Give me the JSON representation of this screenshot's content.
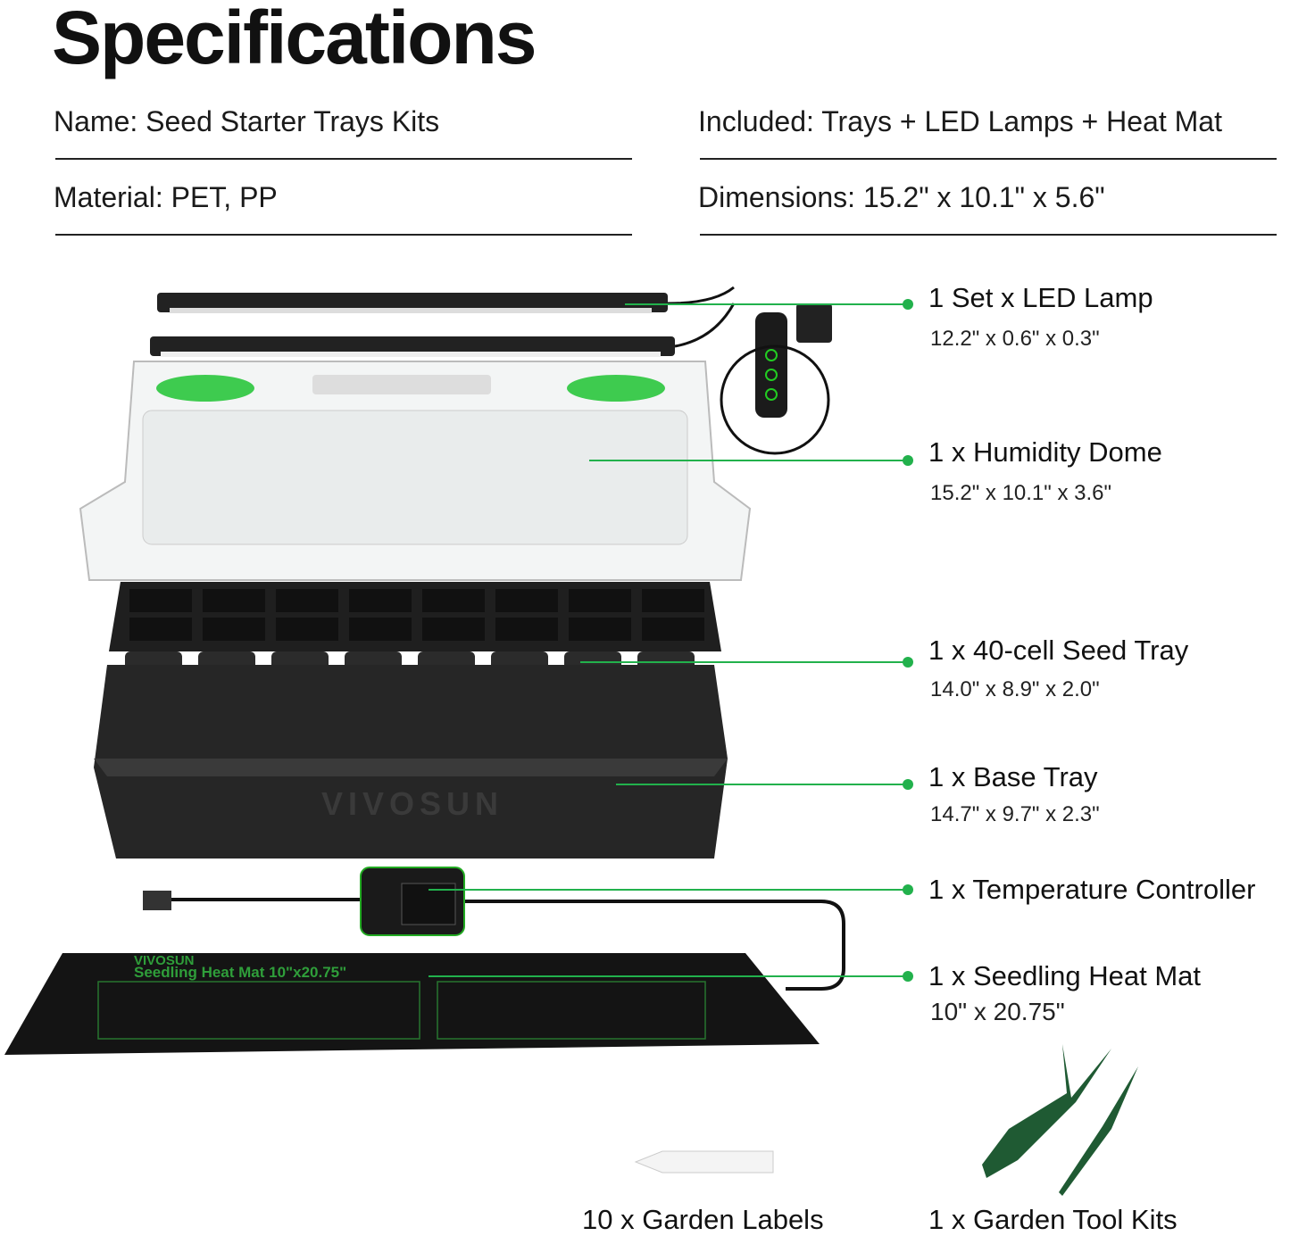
{
  "title": "Specifications",
  "specs": {
    "name": "Name: Seed Starter Trays Kits",
    "included": "Included: Trays + LED Lamps + Heat Mat",
    "material": "Material: PET, PP",
    "dimensions": "Dimensions: 15.2\" x 10.1\" x 5.6\""
  },
  "components": [
    {
      "label": "1 Set x LED Lamp",
      "size": "12.2\" x 0.6\" x 0.3\""
    },
    {
      "label": "1 x Humidity Dome",
      "size": "15.2\" x 10.1\" x 3.6\""
    },
    {
      "label": "1 x 40-cell Seed Tray",
      "size": "14.0\" x 8.9\" x 2.0\""
    },
    {
      "label": "1 x Base Tray",
      "size": "14.7\" x 9.7\" x 2.3\""
    },
    {
      "label": "1 x Temperature Controller"
    },
    {
      "label": "1 x Seedling Heat Mat",
      "size": "10\" x 20.75\""
    }
  ],
  "extras": {
    "labels": "10 x Garden Labels",
    "tools": "1 x Garden Tool Kits"
  },
  "brand": "VIVOSUN",
  "heat_mat_print": "Seedling Heat Mat 10\"x20.75\"",
  "colors": {
    "accent": "#22b14c",
    "text": "#111111",
    "mat_print": "#2f9e3a"
  }
}
